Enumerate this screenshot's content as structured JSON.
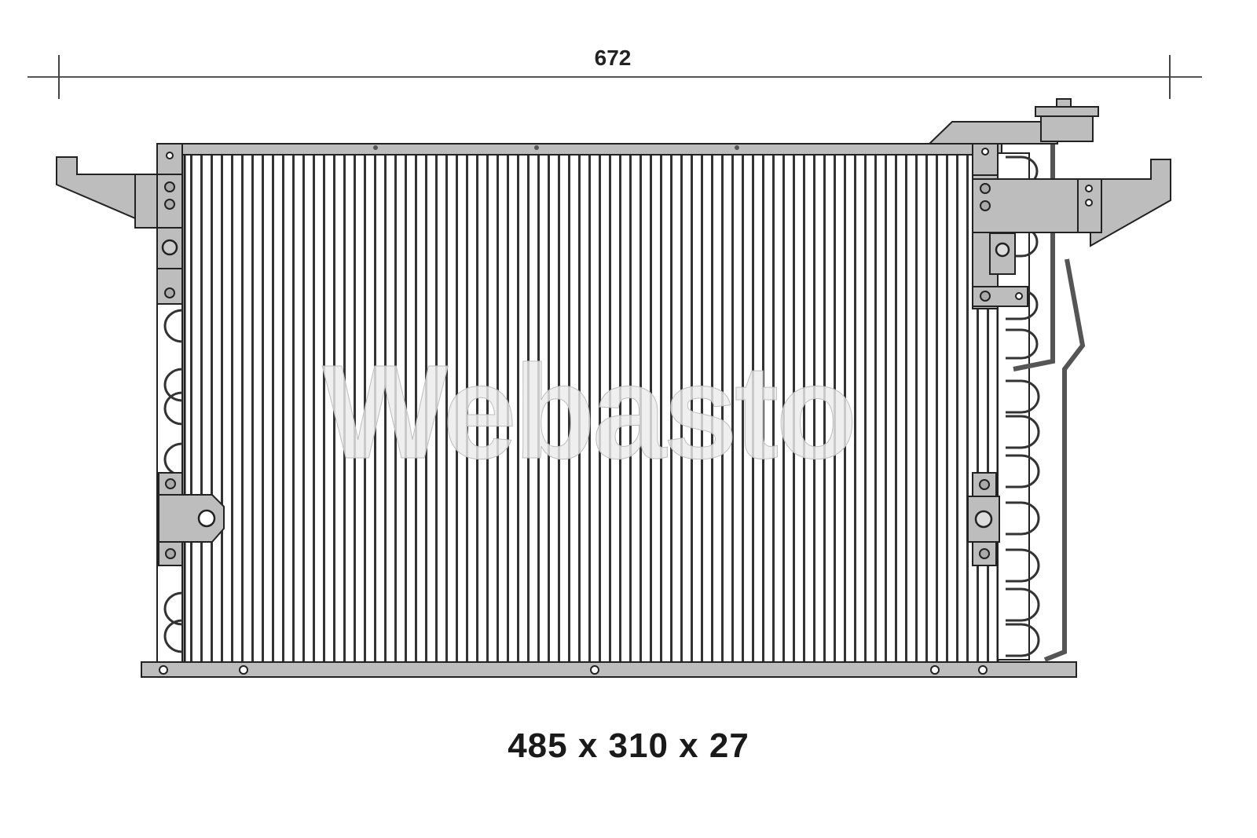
{
  "diagram": {
    "subject": "AC condenser technical drawing",
    "overall_width_dimension": "672",
    "core_dimensions": "485 x 310 x 27",
    "watermark_brand": "Webasto",
    "colors": {
      "line": "#222222",
      "bracket_fill": "#bdbdbd",
      "background": "#ffffff"
    }
  }
}
